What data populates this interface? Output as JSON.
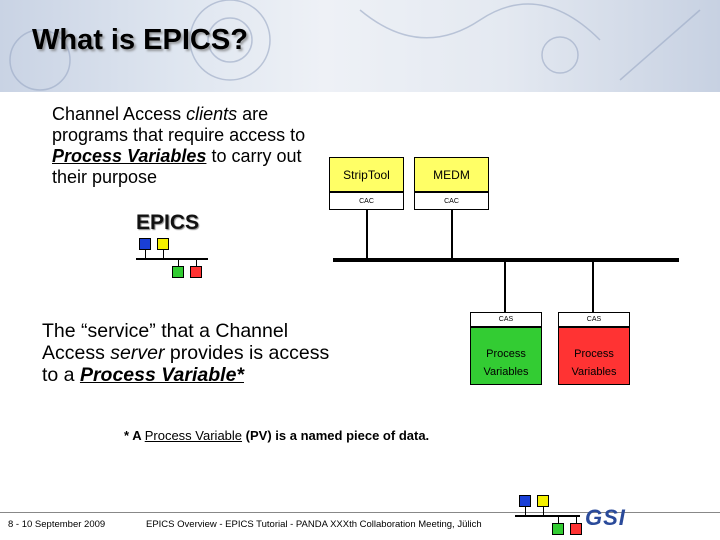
{
  "header": {
    "title": "What is EPICS?"
  },
  "intro": {
    "p1": "Channel Access ",
    "clients": "clients",
    "p2": " are programs that require access to ",
    "pv": "Process Variables",
    "p3": " to carry out their purpose"
  },
  "epics_logo_label": "EPICS",
  "service": {
    "p1": "The “service” that a Channel Access ",
    "server": "server",
    "p2": " provides is access to a ",
    "pv": "Process Variable*"
  },
  "footnote": {
    "star": "* A ",
    "pv": "Process Variable",
    "rest": "(PV) is a named piece of data."
  },
  "diagram": {
    "clients": [
      {
        "name": "StripTool",
        "tag": "CAC"
      },
      {
        "name": "MEDM",
        "tag": "CAC"
      }
    ],
    "servers": [
      {
        "tag": "CAS",
        "line1": "Process",
        "line2": "Variables"
      },
      {
        "tag": "CAS",
        "line1": "Process",
        "line2": "Variables"
      }
    ]
  },
  "footer": {
    "date": "8 - 10 September 2009",
    "text": "EPICS Overview - EPICS Tutorial - PANDA XXXth Collaboration Meeting, Jülich",
    "logo": "GSI"
  },
  "colors": {
    "blue": "#1a3fd6",
    "yellow": "#f5f000",
    "green": "#33cc33",
    "red": "#ff3333",
    "client_fill": "#ffff66"
  }
}
